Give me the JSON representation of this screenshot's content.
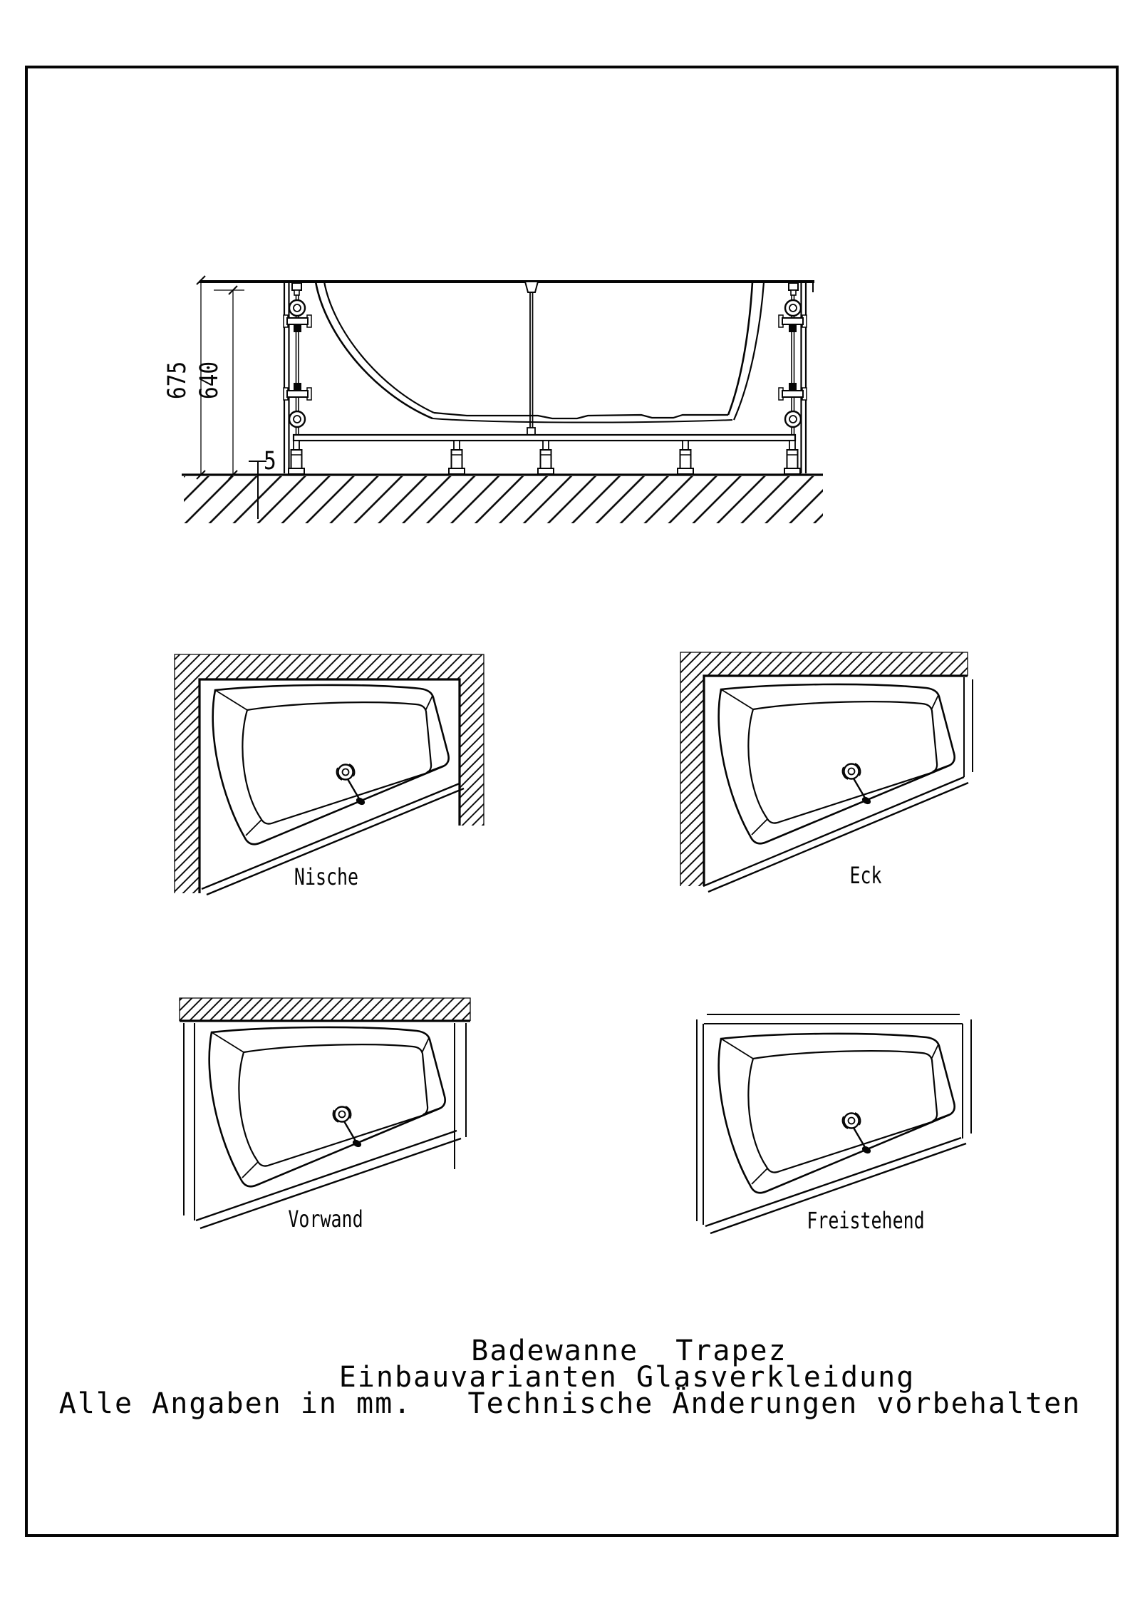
{
  "elevation": {
    "dim_total_height": "675",
    "dim_frame_height": "640",
    "dim_floor_gap": "5"
  },
  "variants": [
    {
      "label": "Nische"
    },
    {
      "label": "Eck"
    },
    {
      "label": "Vorwand"
    },
    {
      "label": "Freistehend"
    }
  ],
  "title": {
    "line1": "Badewanne  Trapez",
    "line2": "Einbauvarianten Glasverkleidung",
    "line3": "Alle Angaben in mm.   Technische Änderungen vorbehalten"
  },
  "colors": {
    "line": "#050505",
    "background": "#ffffff"
  }
}
